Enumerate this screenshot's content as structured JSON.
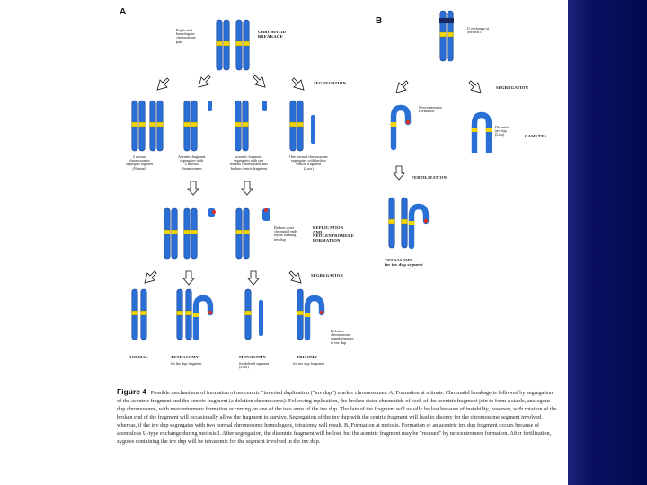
{
  "panel_a": {
    "letter": "A",
    "top_left_label": "Replicated\nhomologous\nchromosome\npair",
    "top_right_label": "CHROMATID\nBREAKAGE",
    "segregation_label": "SEGREGATION",
    "row2": [
      "2 normal\nchromosomes\nsegregate together\n(Normal)",
      "Acentric fragment\nsegregates with\n2 normal\nchromosomes",
      "acentric fragment\nsegregates with one\nnormal chromosome and\nbroken centric fragment",
      "One normal chromosome\nsegregates with broken\ncentric fragment\n(Loss)"
    ],
    "broken_ends_label": "Broken sister\nchromatid ends\nrejoin forming\ninv dup",
    "replication_label": "REPLICATION\nAND\nNEOCENTROMERE\nFORMATION",
    "segregation_label_2": "SEGREGATION",
    "deletion_label": "Deletion\nchromosome\ncomplementary\nto inv dup",
    "bottom": [
      {
        "title": "NORMAL",
        "sub": ""
      },
      {
        "title": "TETRASOMY",
        "sub": "for the dup fragment"
      },
      {
        "title": "MONOSOMY",
        "sub": "for deleted segment\n(Loss)"
      },
      {
        "title": "TRISOMY",
        "sub": "for inv dup fragment"
      }
    ]
  },
  "panel_b": {
    "letter": "B",
    "top_label": "U exchange at\nMeiosis I",
    "segregation_label": "SEGREGATION",
    "neocentromere_label": "Neocentromere\nFormation",
    "dicentric_label": "Dicentric\ninv dup\n(Lost)",
    "gametes_label": "GAMETES",
    "fertilization_label": "FERTILIZATION",
    "trisomy_label": "TETRASOMY\nfor inv dup segment"
  },
  "caption": {
    "figure_label": "Figure 4",
    "text": "Possible mechanisms of formation of neocentric \"inverted duplication (\"inv dup\") marker chromosomes. A, Formation at mitosis. Chromatid breakage is followed by segregation of the acentric fragment and the centric fragment (a deletion chromosome). Following replication, the broken sister chromatids of each of the acentric fragment join to form a stable, analogous dup chromosome, with neocentromere formation occurring on one of the two arms of the inv dup. The fate of the fragment will usually be lost because of instability, however, with rotation of the broken end of the fragment will occasionally allow the fragment to survive. Segregation of the inv dup with the centric fragment will lead to disomy for the chromosome segment involved, whereas, if the inv dup segregates with two normal chromosome homologues, tetrasomy will result. B, Formation at meiosis. Formation of an acentric inv dup fragment occurs because of anomalous U-type exchange during meiosis I. After segregation, the dicentric fragment will be lost, but the acentric fragment may be \"rescued\" by neocentromere formation. After fertilization, zygotes containing the inv dup will be tetrasomic for the segment involved in the inv dup."
  },
  "colors": {
    "chromosome_blue": "#2a6fd6",
    "centromere_yellow": "#f2d400",
    "neocentromere_red": "#e0301e",
    "background_navy": "#00005a"
  }
}
